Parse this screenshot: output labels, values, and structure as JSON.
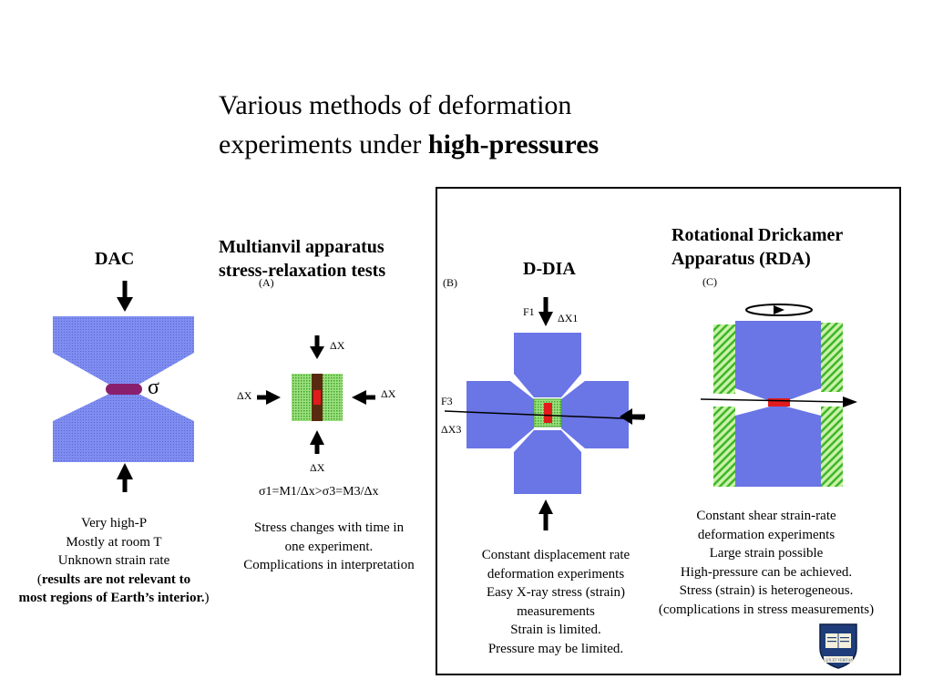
{
  "title": {
    "line1": "Various methods of deformation",
    "line2_normal": "experiments under ",
    "line2_bold": "high-pressures"
  },
  "dac": {
    "heading": "DAC",
    "sigma": "σ",
    "desc_lines": [
      "Very high-P",
      "Mostly at room T",
      "Unknown strain rate"
    ],
    "desc_bold_open": "(",
    "desc_bold_line1": "results are not relevant to",
    "desc_bold_line2": "most regions of Earth’s interior.",
    "desc_bold_close": ")"
  },
  "multianvil": {
    "heading_line1": "Multianvil apparatus",
    "heading_line2": "stress-relaxation tests",
    "panel_label": "(A)",
    "dx_label": "ΔX",
    "formula": "σ1=M1/Δx>σ3=M3/Δx",
    "desc_lines": [
      "Stress changes with time in",
      "one experiment.",
      "Complications in interpretation"
    ]
  },
  "ddia": {
    "heading": "D-DIA",
    "panel_label": "(B)",
    "f1_label": "F1",
    "f3_label": "F3",
    "dx1_label": "ΔX1",
    "dx3_label": "ΔX3",
    "desc_lines": [
      "Constant displacement rate",
      "deformation experiments",
      "Easy X-ray stress  (strain)",
      "measurements",
      "Strain is limited.",
      "Pressure may be limited."
    ]
  },
  "rda": {
    "heading_line1": "Rotational Drickamer",
    "heading_line2": "Apparatus (RDA)",
    "panel_label": "(C)",
    "desc_lines": [
      "Constant shear strain-rate",
      "deformation experiments",
      "Large strain possible",
      "High-pressure can be achieved.",
      "Stress (strain) is heterogeneous.",
      "(complications in stress measurements)"
    ]
  },
  "logo": {
    "motto": "LUX ET VERITAS",
    "colors": {
      "shield": "#1f3d7a",
      "book": "#f5f0dc"
    }
  },
  "colors": {
    "anvil_blue": "#6a75e6",
    "dac_blue": "#7f8df0",
    "green": "#8cd96a",
    "red": "#e11b1b",
    "purple": "#8a1f6e",
    "brown": "#5a2a10"
  }
}
